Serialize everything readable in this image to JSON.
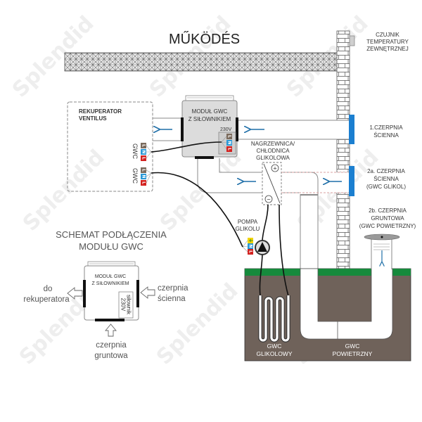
{
  "title": "MŰKÖDÉS",
  "sensor": {
    "label": [
      "CZUJNIK",
      "TEMPERATURY",
      "ZEWNĘTRZNEJ"
    ]
  },
  "recuperator": {
    "label": [
      "REKUPERATOR",
      "VENTILUS"
    ],
    "connectors": [
      {
        "label": "GWC",
        "terminals": [
          {
            "letter": "L",
            "color": "#7b6b5d"
          },
          {
            "letter": "N",
            "color": "#2a98d6"
          },
          {
            "letter": "L",
            "color": "#d3211f"
          }
        ]
      },
      {
        "label": "GWC",
        "terminals": [
          {
            "letter": "L",
            "color": "#7b6b5d"
          },
          {
            "letter": "N",
            "color": "#2a98d6"
          },
          {
            "letter": "L",
            "color": "#d3211f"
          }
        ]
      }
    ]
  },
  "module": {
    "label": [
      "MODUŁ GWC",
      "Z SIŁOWNIKIEM"
    ],
    "voltage": "230V",
    "terminals": [
      {
        "letter": "L",
        "color": "#7b6b5d"
      },
      {
        "letter": "N",
        "color": "#2a98d6"
      },
      {
        "letter": "L",
        "color": "#d3211f"
      }
    ]
  },
  "heater": {
    "label": [
      "NAGRZEWNICA/",
      "CHŁODNICA",
      "GLIKOLOWA"
    ],
    "plus": "+",
    "minus": "−"
  },
  "pump": {
    "label": [
      "POMPA",
      "GLIKOLU"
    ],
    "terminals": [
      {
        "letter": "⏚",
        "color": "#f2d400"
      },
      {
        "letter": "N",
        "color": "#2a98d6"
      },
      {
        "letter": "L",
        "color": "#d3211f"
      }
    ]
  },
  "intakes": [
    {
      "label": [
        "1.CZERPNIA",
        "ŚCIENNA"
      ]
    },
    {
      "label": [
        "2a. CZERPNIA",
        "ŚCIENNA",
        "(GWC GLIKOL)"
      ]
    },
    {
      "label": [
        "2b. CZERPNIA",
        "GRUNTOWA",
        "(GWC POWIETRZNY)"
      ]
    }
  ],
  "ground": {
    "labels": [
      {
        "label": [
          "GWC",
          "GLIKOLOWY"
        ]
      },
      {
        "label": [
          "GWC",
          "POWIETRZNY"
        ]
      }
    ]
  },
  "schematic": {
    "title": [
      "SCHEMAT PODŁĄCZENIA",
      "MODUŁU GWC"
    ],
    "module_label": [
      "MODUŁ GWC",
      "Z SIŁOWNIKIEM"
    ],
    "actuator_label": [
      "siłownik",
      "230V"
    ],
    "left_label": [
      "do",
      "rekuperatora"
    ],
    "right_label": [
      "czerpnia",
      "ścienna"
    ],
    "bottom_label": [
      "czerpnia",
      "gruntowa"
    ]
  },
  "watermark": "Splendid",
  "colors": {
    "intake_blue": "#1b7fd0",
    "airflow_arrow": "#1f6fa8",
    "grass": "#168a3c",
    "soil": "#6f625a",
    "glycol_duct_dashes": "#d9a0a0",
    "module_body": "#dcdcdc"
  }
}
